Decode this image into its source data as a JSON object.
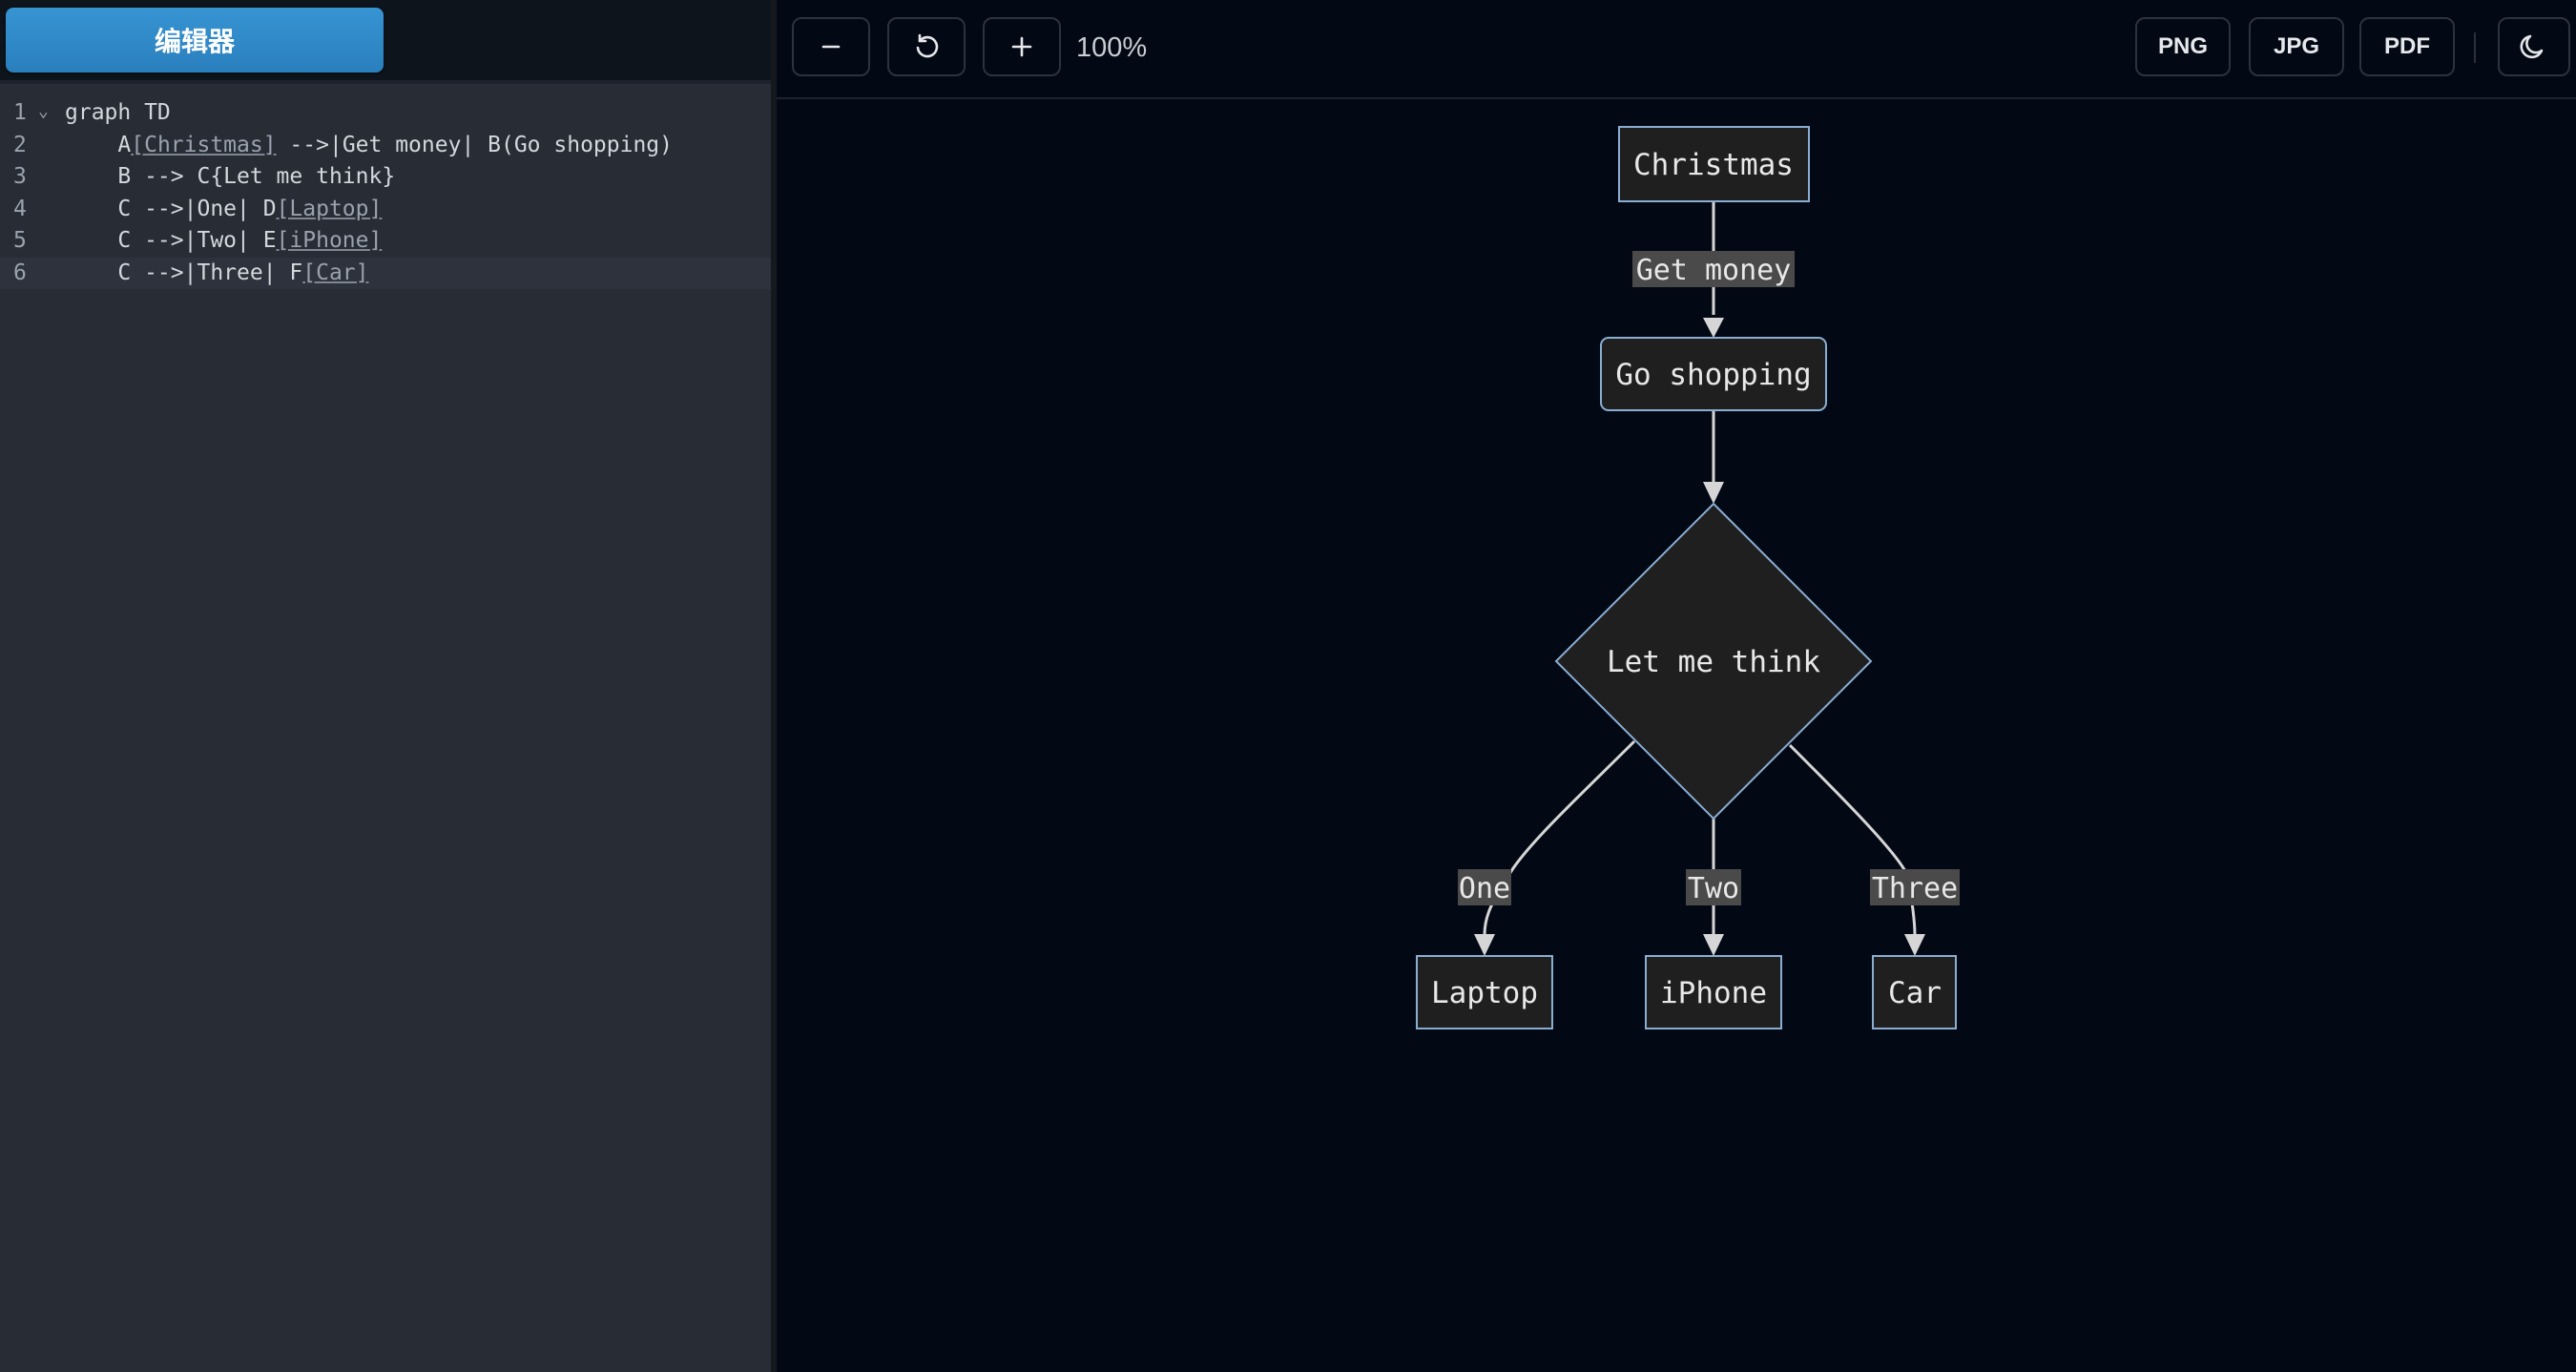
{
  "editor": {
    "tab_label": "编辑器",
    "lines": [
      {
        "num": "1",
        "segments": [
          {
            "t": "graph TD",
            "u": false
          }
        ]
      },
      {
        "num": "2",
        "segments": [
          {
            "t": "    A",
            "u": false
          },
          {
            "t": "[Christmas]",
            "u": true
          },
          {
            "t": " -->|Get money| B(Go shopping)",
            "u": false
          }
        ]
      },
      {
        "num": "3",
        "segments": [
          {
            "t": "    B --> C{Let me think}",
            "u": false
          }
        ]
      },
      {
        "num": "4",
        "segments": [
          {
            "t": "    C -->|One| D",
            "u": false
          },
          {
            "t": "[Laptop]",
            "u": true
          }
        ]
      },
      {
        "num": "5",
        "segments": [
          {
            "t": "    C -->|Two| E",
            "u": false
          },
          {
            "t": "[iPhone]",
            "u": true
          }
        ]
      },
      {
        "num": "6",
        "segments": [
          {
            "t": "    C -->|Three| F",
            "u": false
          },
          {
            "t": "[Car]",
            "u": true
          }
        ]
      }
    ],
    "fold_glyph": "⌄"
  },
  "toolbar": {
    "zoom_out_glyph": "−",
    "zoom_in_glyph": "+",
    "zoom_level": "100%",
    "png_label": "PNG",
    "jpg_label": "JPG",
    "pdf_label": "PDF"
  },
  "icons": {
    "zoom_out": "minus-icon",
    "reset": "reset-icon",
    "zoom_in": "plus-icon",
    "theme": "moon-icon",
    "fold": "chevron-down-icon"
  },
  "diagram": {
    "nodes": {
      "A": {
        "label": "Christmas",
        "shape": "rect"
      },
      "B": {
        "label": "Go shopping",
        "shape": "round"
      },
      "C": {
        "label": "Let me think",
        "shape": "diamond"
      },
      "D": {
        "label": "Laptop",
        "shape": "rect"
      },
      "E": {
        "label": "iPhone",
        "shape": "rect"
      },
      "F": {
        "label": "Car",
        "shape": "rect"
      }
    },
    "edge_labels": {
      "A_B": "Get money",
      "C_D": "One",
      "C_E": "Two",
      "C_F": "Three"
    }
  },
  "colors": {
    "accent": "#2f88c8",
    "canvas_bg": "#020814",
    "editor_bg": "#272c35",
    "node_fill": "#1f1f1f",
    "node_stroke": "#8aaed2",
    "edge": "#d6d6d6",
    "edge_label_bg": "#4a4a4a"
  }
}
